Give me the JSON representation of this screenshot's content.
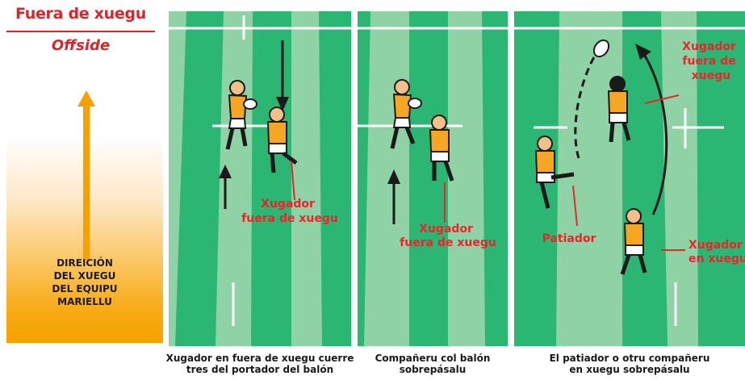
{
  "header": {
    "title": "Fuera de xuegu",
    "subtitle": "Offside"
  },
  "direction": {
    "lines": [
      "DIREICIÓN",
      "DEL XUEGU",
      "DEL EQUIPU",
      "MARIELLU"
    ]
  },
  "panels": [
    {
      "label_lines": [
        "Xugador",
        "fuera de xuegu"
      ],
      "caption_lines": [
        "Xugador en fuera de xuegu cuerre",
        "tres del portador del balón"
      ]
    },
    {
      "label_lines": [
        "Xugador",
        "fuera de xuegu"
      ],
      "caption_lines": [
        "Compañeru col balón",
        "sobrepásalu"
      ]
    },
    {
      "label_top_lines": [
        "Xugador",
        "fuera de",
        "xuegu"
      ],
      "label_kicker": "Patiador",
      "label_bottom_lines": [
        "Xugador",
        "en xuegu"
      ],
      "caption_lines": [
        "El patiador o otru compañeru",
        "en xuegu sobrepásalu"
      ]
    }
  ],
  "colors": {
    "accent": "#d7262c",
    "pitch_dark": "#2bb673",
    "pitch_light": "#8fd2a6",
    "shirt": "#f5a623"
  }
}
